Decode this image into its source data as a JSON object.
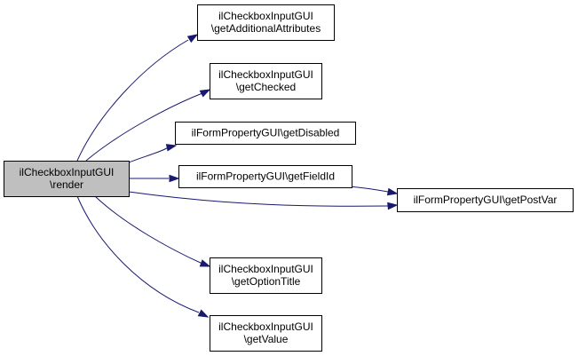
{
  "colors": {
    "edge": "#191970",
    "node_fill": "#ffffff",
    "root_fill": "#bfbfbf",
    "node_border": "#000000"
  },
  "nodes": [
    {
      "id": "render",
      "lines": [
        "ilCheckboxInputGUI",
        "\\render"
      ],
      "root": true
    },
    {
      "id": "getAdditionalAttributes",
      "lines": [
        "ilCheckboxInputGUI",
        "\\getAdditionalAttributes"
      ]
    },
    {
      "id": "getChecked",
      "lines": [
        "ilCheckboxInputGUI",
        "\\getChecked"
      ]
    },
    {
      "id": "getDisabled",
      "lines": [
        "ilFormPropertyGUI\\getDisabled"
      ]
    },
    {
      "id": "getFieldId",
      "lines": [
        "ilFormPropertyGUI\\getFieldId"
      ]
    },
    {
      "id": "getPostVar",
      "lines": [
        "ilFormPropertyGUI\\getPostVar"
      ]
    },
    {
      "id": "getOptionTitle",
      "lines": [
        "ilCheckboxInputGUI",
        "\\getOptionTitle"
      ]
    },
    {
      "id": "getValue",
      "lines": [
        "ilCheckboxInputGUI",
        "\\getValue"
      ]
    }
  ],
  "edges": [
    {
      "from": "render",
      "to": "getAdditionalAttributes"
    },
    {
      "from": "render",
      "to": "getChecked"
    },
    {
      "from": "render",
      "to": "getDisabled"
    },
    {
      "from": "render",
      "to": "getFieldId"
    },
    {
      "from": "render",
      "to": "getPostVar"
    },
    {
      "from": "render",
      "to": "getOptionTitle"
    },
    {
      "from": "render",
      "to": "getValue"
    },
    {
      "from": "getFieldId",
      "to": "getPostVar"
    }
  ]
}
